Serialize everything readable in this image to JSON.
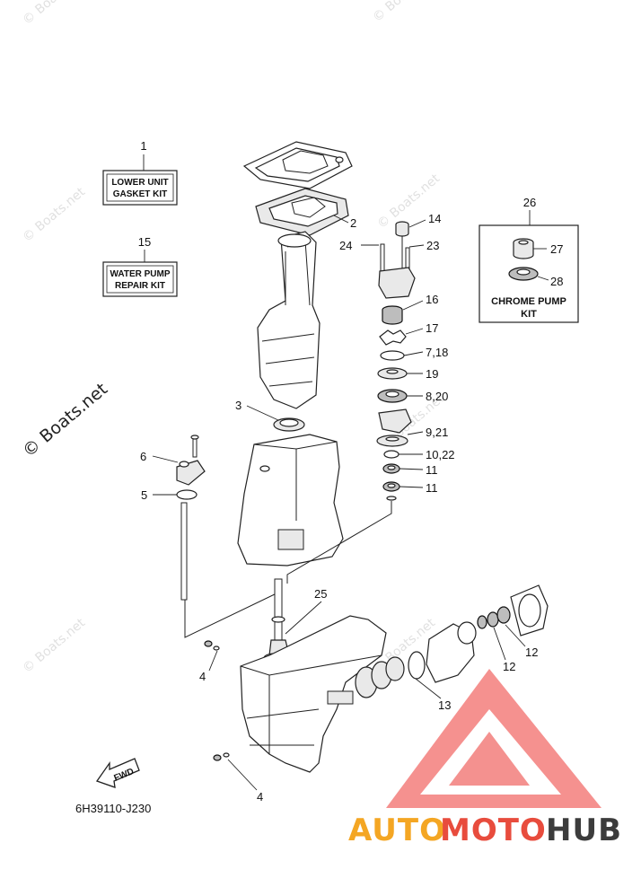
{
  "diagram_code": "6H39110-J230",
  "watermark": {
    "text": "© Boats.net",
    "large_text": "© Boats.net"
  },
  "kits": {
    "gasket_kit": {
      "callout": "1",
      "line1": "LOWER UNIT",
      "line2": "GASKET KIT"
    },
    "water_pump_kit": {
      "callout": "15",
      "line1": "WATER PUMP",
      "line2": "REPAIR KIT"
    },
    "chrome_pump_kit": {
      "callout": "26",
      "line1": "CHROME PUMP",
      "line2": "KIT",
      "items": [
        "27",
        "28"
      ]
    }
  },
  "callouts": [
    "2",
    "3",
    "4",
    "4",
    "5",
    "6",
    "7,18",
    "8,20",
    "9,21",
    "10,22",
    "11",
    "11",
    "12",
    "12",
    "13",
    "14",
    "16",
    "17",
    "19",
    "23",
    "24",
    "25"
  ],
  "fwd_label": "FWD",
  "brand": {
    "auto": "AUTO",
    "moto": "MOTO",
    "hub": "HUB",
    "colors": {
      "auto": "#f4a623",
      "moto": "#e84c3d",
      "hub": "#3c3c3c",
      "logo": "#ef5350"
    }
  }
}
